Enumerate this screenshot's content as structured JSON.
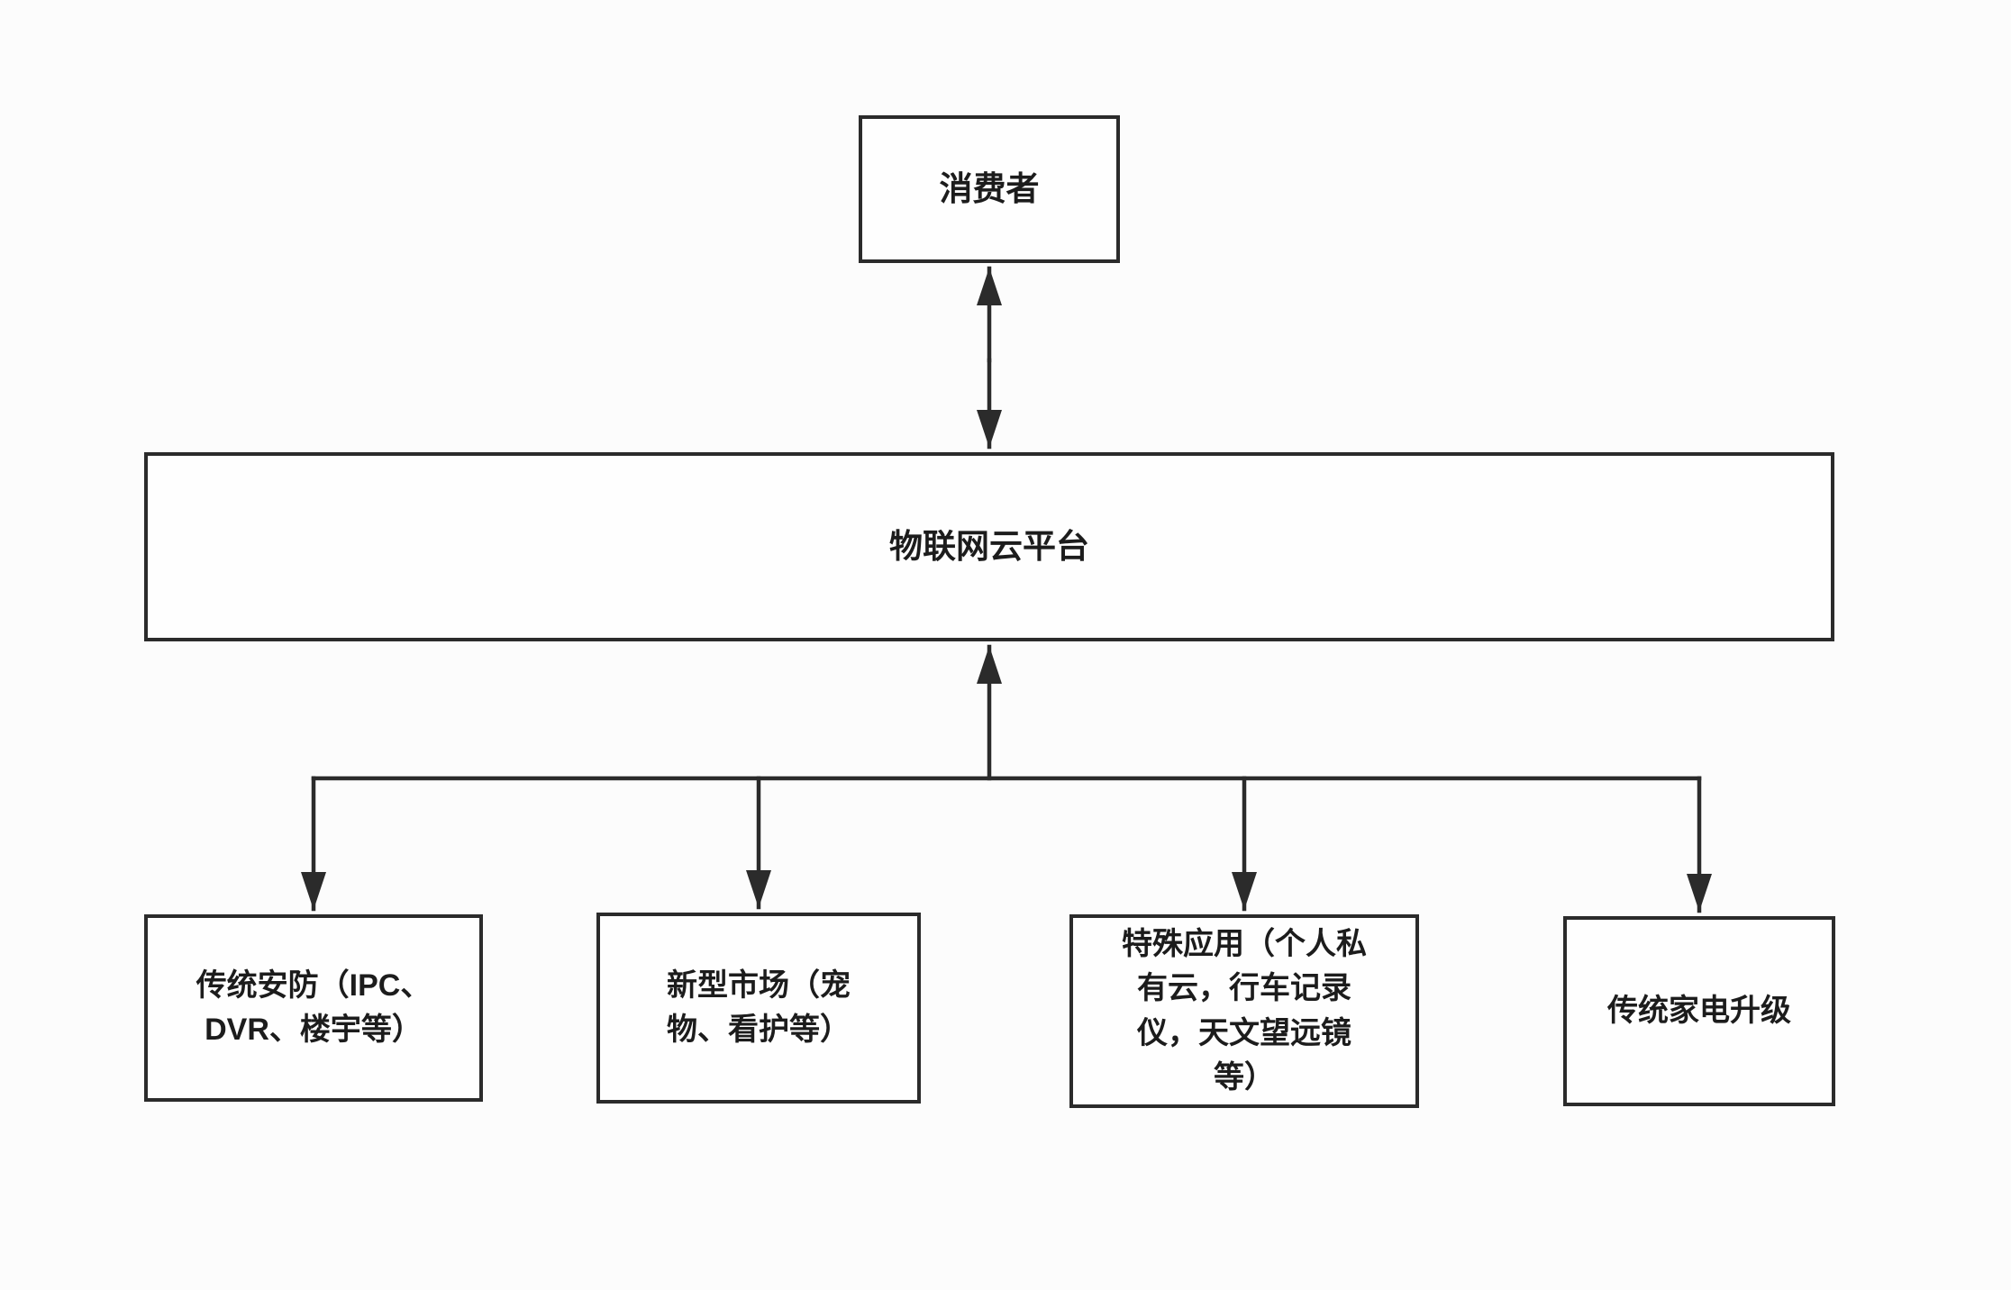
{
  "diagram": {
    "nodes": {
      "consumer": {
        "label": "消费者"
      },
      "platform": {
        "label": "物联网云平台"
      },
      "branch1": {
        "label": "传统安防（IPC、\nDVR、楼宇等）"
      },
      "branch2": {
        "label": "新型市场（宠\n物、看护等）"
      },
      "branch3": {
        "label": "特殊应用（个人私\n有云，行车记录\n仪，天文望远镜\n等）"
      },
      "branch4": {
        "label": "传统家电升级"
      }
    },
    "edges": [
      {
        "from": "consumer",
        "to": "platform",
        "style": "double-headed-vertical-arrow"
      },
      {
        "from": "branch-bus",
        "to": "platform",
        "style": "arrow-pointing-up"
      },
      {
        "from": "branch-bus",
        "to": "branch1",
        "style": "arrow-pointing-down"
      },
      {
        "from": "branch-bus",
        "to": "branch2",
        "style": "arrow-pointing-down"
      },
      {
        "from": "branch-bus",
        "to": "branch3",
        "style": "arrow-pointing-down"
      },
      {
        "from": "branch-bus",
        "to": "branch4",
        "style": "arrow-pointing-down"
      }
    ],
    "colors": {
      "line": "#2b2b2b",
      "text": "#1c1c1c",
      "node_fill": "#fefefe",
      "background": "#fcfcfc"
    }
  }
}
